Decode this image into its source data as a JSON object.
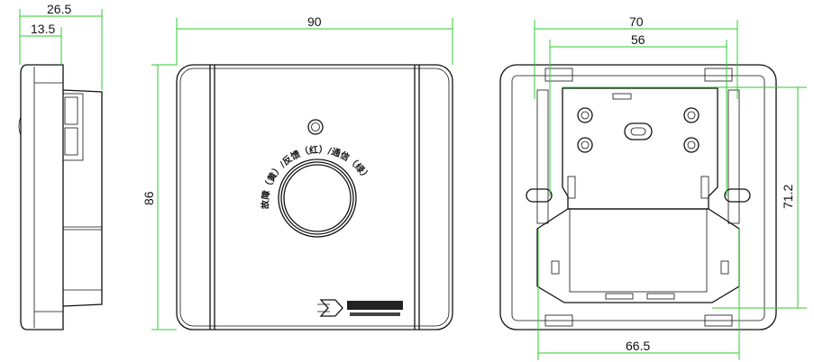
{
  "title": "Product dimension drawing: side, front and back views",
  "colors": {
    "dimension_line": "#2ecc2e",
    "outline": "#111111"
  },
  "side_view": {
    "dim_depth_total": "26.5",
    "dim_depth_body": "13.5"
  },
  "front_view": {
    "dim_width": "90",
    "dim_height": "86",
    "indicator_label": "故障（黄）/反馈（红）/通信（绿）",
    "logo_text": "brand logo"
  },
  "back_view": {
    "dim_width": "70",
    "dim_hole_spacing": "56",
    "dim_height": "71.2",
    "dim_bottom_width": "66.5"
  }
}
